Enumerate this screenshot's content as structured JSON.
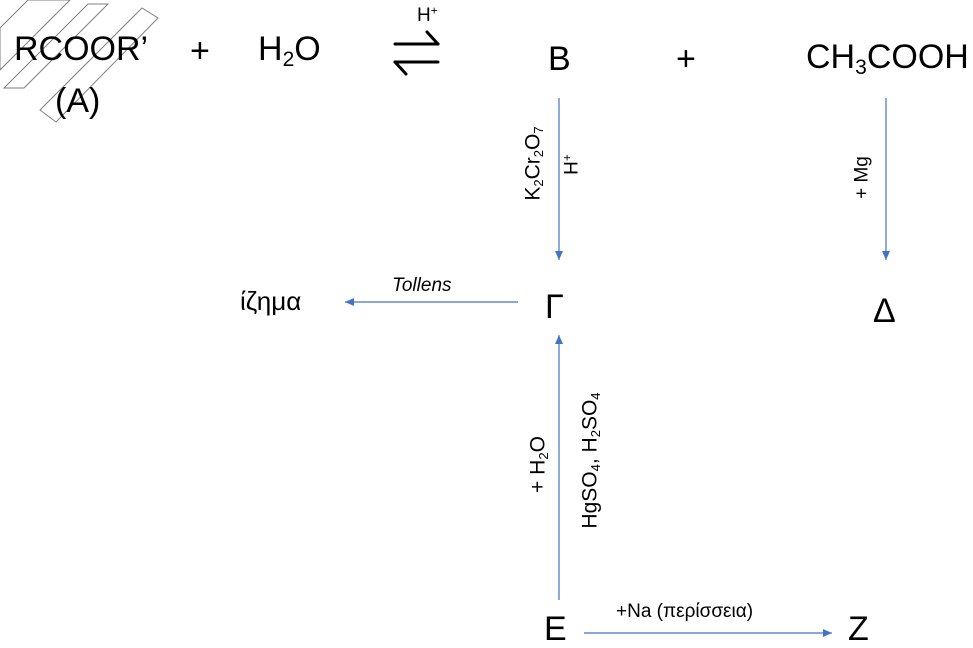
{
  "reaction": {
    "ester": {
      "main": "RCOOR’",
      "label": "(A)"
    },
    "plus1": "+",
    "water": {
      "pre": "H",
      "sub": "2",
      "post": "O"
    },
    "catalyst": "H+",
    "product_B": "B",
    "plus2": "+",
    "acetic": {
      "pre": "CH",
      "sub": "3",
      "post": "COOH"
    }
  },
  "arrows": {
    "oxidation": {
      "reagent_parts": [
        "K",
        "2",
        "Cr",
        "2",
        "O",
        "7"
      ],
      "cond": "H+"
    },
    "magnesium": "+ Mg",
    "tollens": "Tollens",
    "hydration": {
      "line1": [
        "+ H",
        "2",
        "O"
      ],
      "line2": [
        "HgSO",
        "4",
        ", H",
        "2",
        "SO",
        "4"
      ]
    },
    "sodium": "+Na (περίσσεια)"
  },
  "compounds": {
    "gamma": "Γ",
    "delta": "Δ",
    "precipitate": "ίζημα",
    "epsilon": "Ε",
    "zeta": "Ζ"
  },
  "colors": {
    "arrow": "#4472c4",
    "text": "#000000",
    "watermark": "#7f7f7f"
  }
}
